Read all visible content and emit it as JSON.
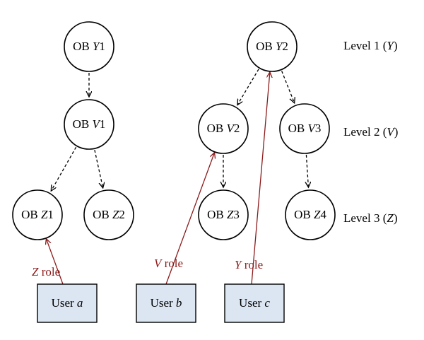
{
  "nodes": [
    {
      "id": "Y1",
      "prefix": "OB ",
      "var": "Y",
      "num": "1"
    },
    {
      "id": "V1",
      "prefix": "OB ",
      "var": "V",
      "num": "1"
    },
    {
      "id": "Z1",
      "prefix": "OB ",
      "var": "Z",
      "num": "1"
    },
    {
      "id": "Z2",
      "prefix": "OB ",
      "var": "Z",
      "num": "2"
    },
    {
      "id": "Y2",
      "prefix": "OB ",
      "var": "Y",
      "num": "2"
    },
    {
      "id": "V2",
      "prefix": "OB ",
      "var": "V",
      "num": "2"
    },
    {
      "id": "V3",
      "prefix": "OB ",
      "var": "V",
      "num": "3"
    },
    {
      "id": "Z3",
      "prefix": "OB ",
      "var": "Z",
      "num": "3"
    },
    {
      "id": "Z4",
      "prefix": "OB ",
      "var": "Z",
      "num": "4"
    }
  ],
  "edges": [
    {
      "from": "Y1",
      "to": "V1"
    },
    {
      "from": "V1",
      "to": "Z1"
    },
    {
      "from": "V1",
      "to": "Z2"
    },
    {
      "from": "Y2",
      "to": "V2"
    },
    {
      "from": "Y2",
      "to": "V3"
    },
    {
      "from": "V2",
      "to": "Z3"
    },
    {
      "from": "V3",
      "to": "Z4"
    }
  ],
  "levels": [
    {
      "text": "Level 1 (",
      "var": "Y",
      "close": ")"
    },
    {
      "text": "Level 2 (",
      "var": "V",
      "close": ")"
    },
    {
      "text": "Level 3 (",
      "var": "Z",
      "close": ")"
    }
  ],
  "users": [
    {
      "id": "a",
      "label": "User ",
      "var": "a",
      "role_var": "Z",
      "role_text": " role",
      "target": "Z1"
    },
    {
      "id": "b",
      "label": "User ",
      "var": "b",
      "role_var": "V",
      "role_text": " role",
      "target": "V2"
    },
    {
      "id": "c",
      "label": "User ",
      "var": "c",
      "role_var": "Y",
      "role_text": " role",
      "target": "Y2"
    }
  ],
  "colors": {
    "role_arrow": "#8b1a1a",
    "user_box_fill": "#dce6f2",
    "hierarchy_arrow": "#000000"
  }
}
